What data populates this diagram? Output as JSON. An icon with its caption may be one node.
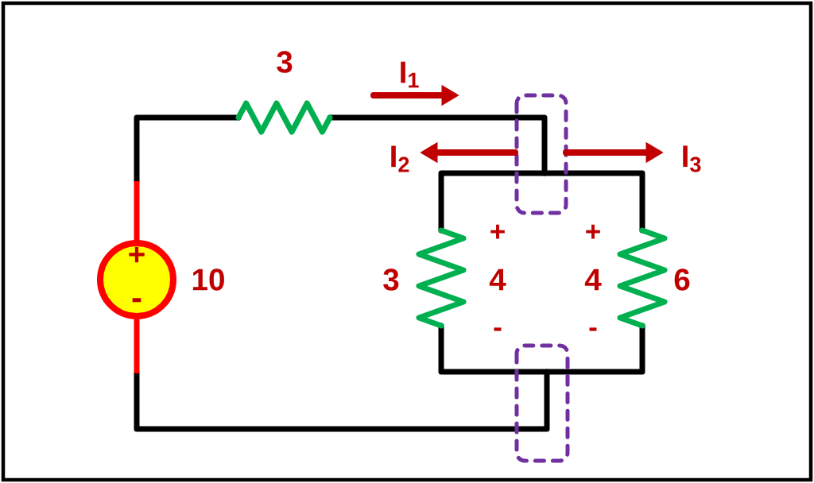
{
  "diagram": {
    "labels": [
      "3",
      "I$_{1}$",
      "I$_{2}$",
      "I$_{3}$",
      "+",
      "+",
      "+",
      "10",
      "3",
      "4",
      "4",
      "6",
      "-",
      "-",
      "-"
    ]
  }
}
